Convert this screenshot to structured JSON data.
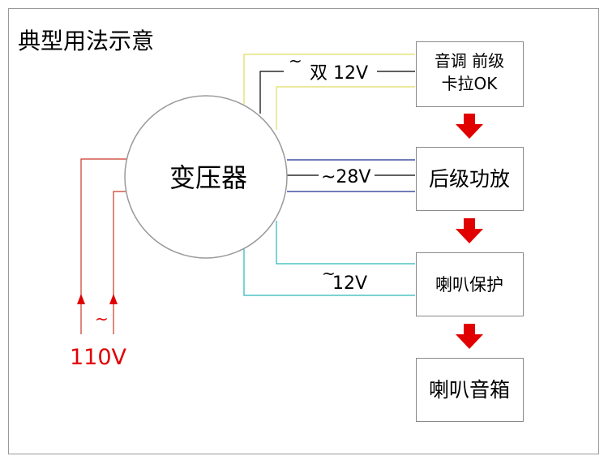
{
  "title": "典型用法示意",
  "transformer": {
    "label": "变压器"
  },
  "blocks": {
    "preamp_line1": "音调 前级",
    "preamp_line2": "卡拉OK",
    "amp": "后级功放",
    "protect": "喇叭保护",
    "speaker": "喇叭音箱"
  },
  "voltages": {
    "dual12_tilde": "~",
    "dual12_text": "双 12V",
    "v28": "~28V",
    "v12_tilde": "~",
    "v12_text": "12V",
    "input_tilde": "~",
    "input": "110V"
  },
  "colors": {
    "frame": "#9a9a9a",
    "yellow_wire": "#e2dc63",
    "blue_wire": "#1f2f8f",
    "cyan_wire": "#2ab7b7",
    "red_wire": "#cc3a2a",
    "arrow": "#e10000",
    "box_border": "#8a8a8a",
    "circle_border": "#9a9a9a"
  }
}
